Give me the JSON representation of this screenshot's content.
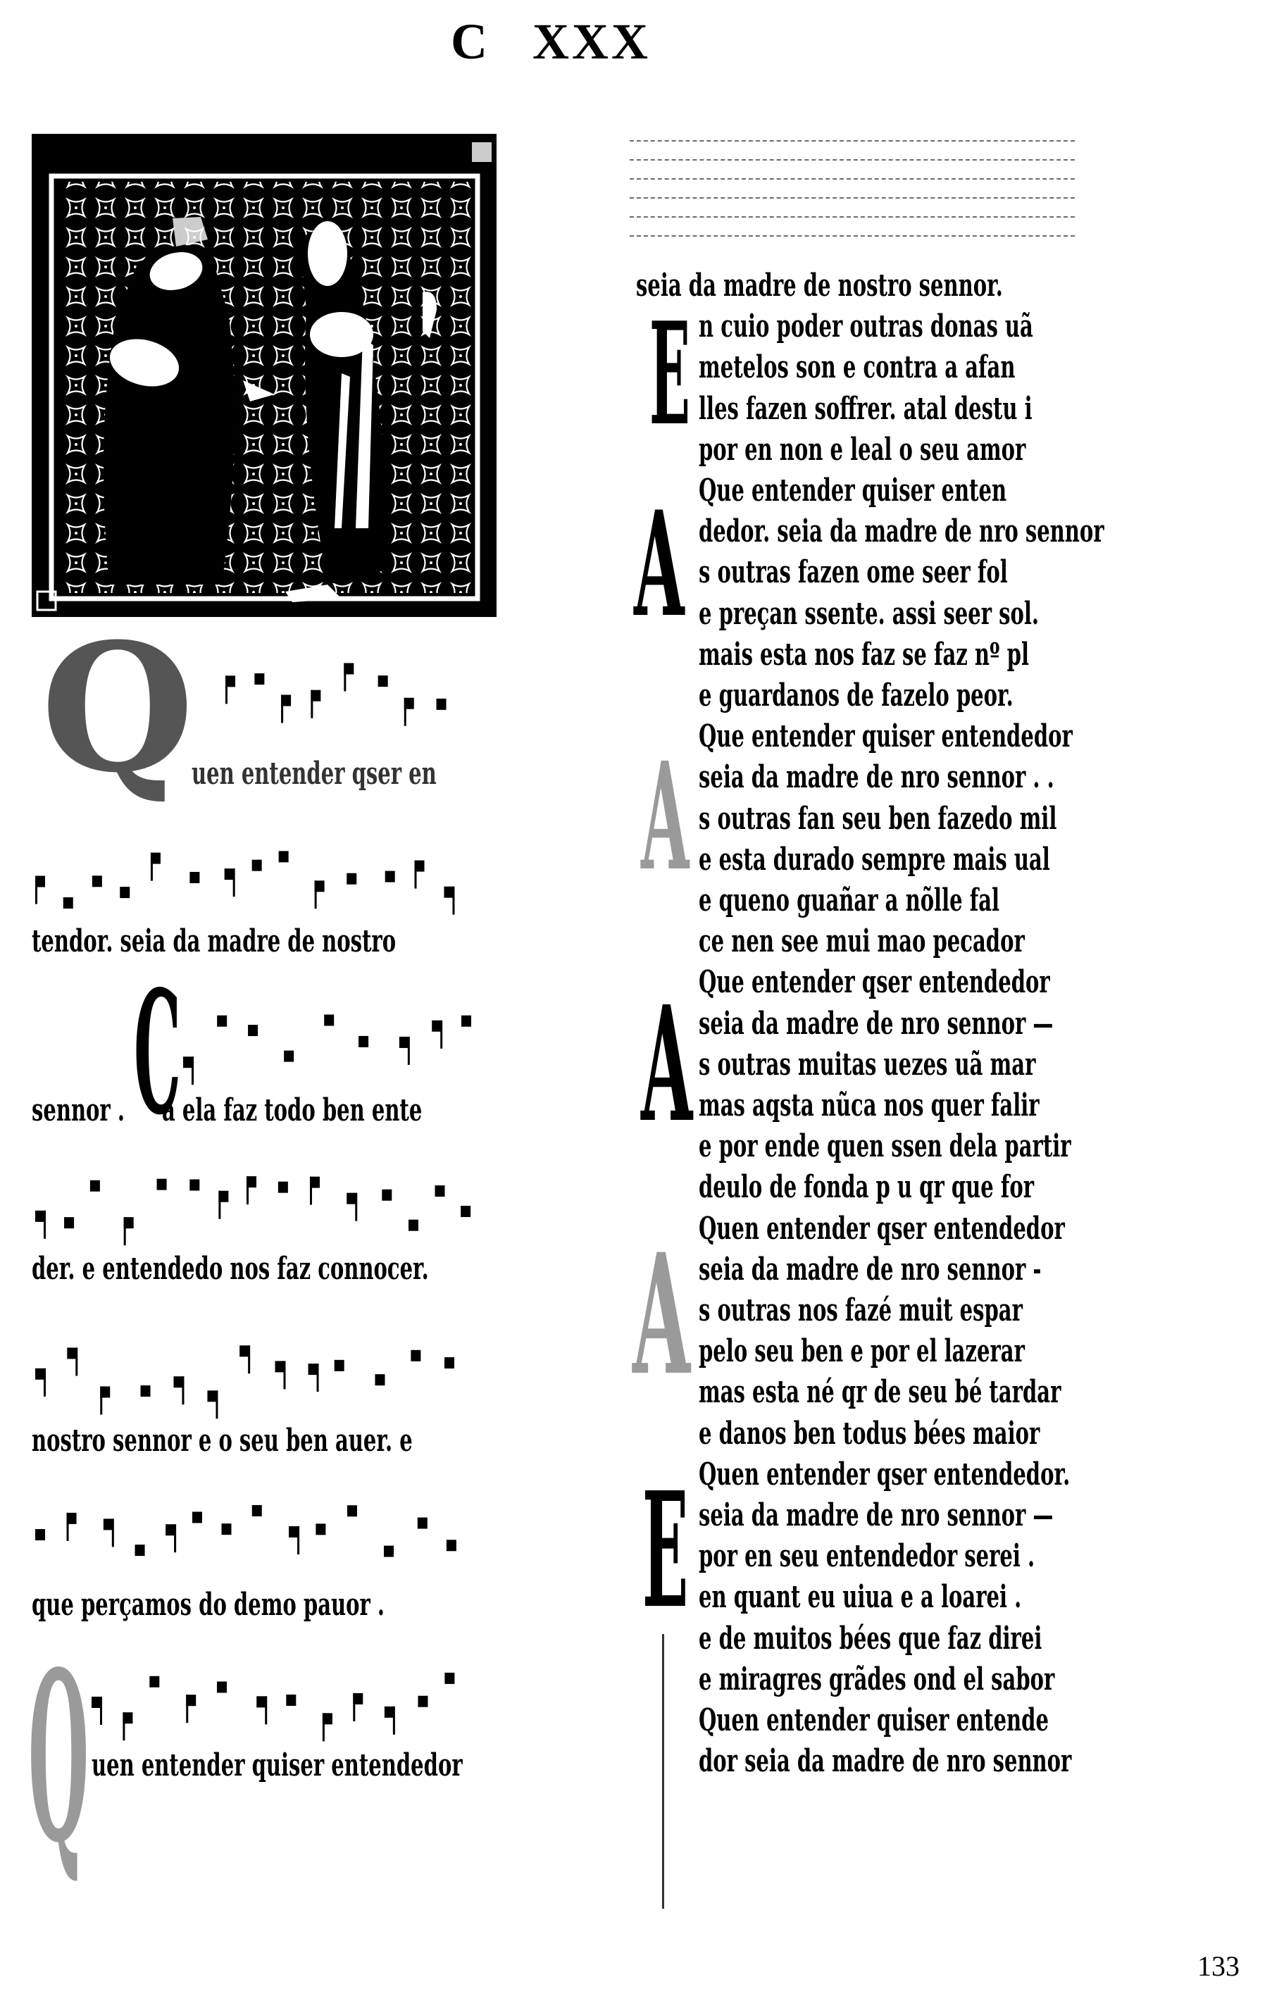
{
  "header": {
    "chapter_letter": "C",
    "numeral": "XXX"
  },
  "page_number": "133",
  "left_column": {
    "initials": [
      "Q",
      "C",
      "Q"
    ],
    "lines": [
      "uen entender qser en",
      "tendor. seia da madre de nostro",
      "sennor .",
      "a ela faz todo ben ente",
      "der. e entendedo nos faz connocer.",
      "nostro sennor e o seu ben auer. e",
      "que perçamos do demo pauor .",
      "uen entender quiser entendedor"
    ]
  },
  "right_column": {
    "initials": [
      "E",
      "A",
      "A",
      "A",
      "A",
      "E"
    ],
    "lines": [
      "seia da madre de nostro sennor.",
      "n cuio poder outras donas uã",
      "metelos son e contra a afan",
      "lles fazen soffrer. atal destu i",
      "por en non e leal o seu amor",
      "Que entender quiser enten",
      "dedor. seia da madre de nro sennor",
      "s outras fazen ome seer fol",
      "e preçan ssente. assi seer sol.",
      "mais esta nos faz se faz nº pl",
      "e guardanos de fazelo peor.",
      "Que entender quiser entendedor",
      "seia da madre de nro sennor . .",
      "s outras fan seu ben fazedo mil",
      "e esta durado sempre mais ual",
      "e queno guañar a nõlle fal",
      "ce nen see mui mao pecador",
      "Que entender qser entendedor",
      "seia da madre de nro sennor —",
      "s outras muitas uezes uã mar",
      "mas aqsta nũca nos quer falir",
      "e por ende quen ssen dela partir",
      "deulo de fonda p u qr que for",
      "Quen entender qser entendedor",
      "seia da madre de nro sennor -",
      "s outras nos fazé muit espar",
      "pelo seu ben e por el lazerar",
      "mas esta né qr de seu bé tardar",
      "e danos ben todus bées maior",
      "Quen entender qser entendedor.",
      "seia da madre de nro sennor —",
      "por en seu entendedor serei .",
      "en quant eu uiua e a loarei .",
      "e de muitos bées que faz direi",
      "e miragres grãdes ond el sabor",
      "Quen entender quiser entende",
      "dor seia da madre de nro sennor"
    ]
  }
}
